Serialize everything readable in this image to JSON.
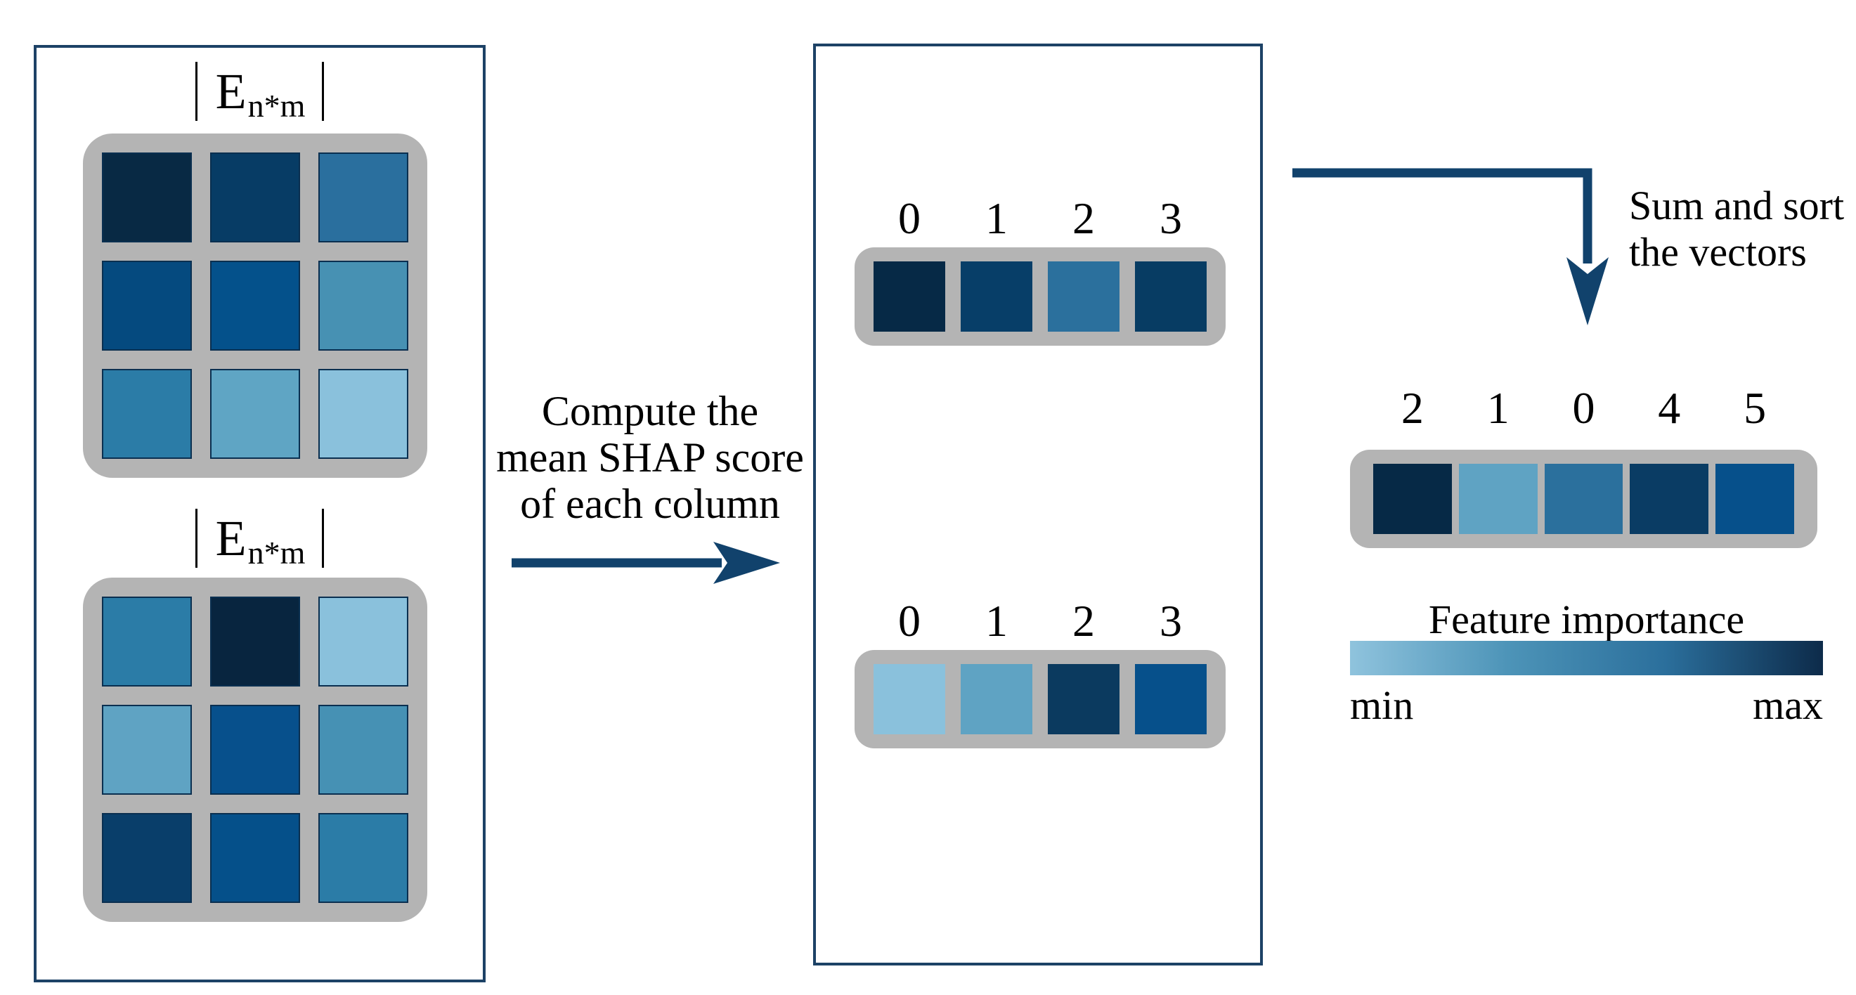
{
  "style": {
    "panel_border": "#1d4266",
    "arrow_color": "#11426c",
    "container_gray": "#b4b4b4",
    "matrix_cell_border": "#0a2f50"
  },
  "left_panel": {
    "matrices": [
      {
        "label": {
          "symbol": "E",
          "subscript": "n*m"
        },
        "cells": [
          [
            "#082944",
            "#073c65",
            "#2a6f9e"
          ],
          [
            "#054a7f",
            "#04518b",
            "#4791b3"
          ],
          [
            "#2b7ca7",
            "#5fa5c4",
            "#8ac1dc"
          ]
        ]
      },
      {
        "label": {
          "symbol": "E",
          "subscript": "n*m"
        },
        "cells": [
          [
            "#2b7ca7",
            "#08253f",
            "#8ac1dc"
          ],
          [
            "#5fa3c3",
            "#07508c",
            "#4691b4"
          ],
          [
            "#093e6a",
            "#05508a",
            "#2b7ca7"
          ]
        ]
      }
    ]
  },
  "process": {
    "caption_lines": [
      "Compute the",
      "mean SHAP score",
      "of each column"
    ]
  },
  "vectors_panel": {
    "vectors": [
      {
        "labels": [
          "0",
          "1",
          "2",
          "3"
        ],
        "cells": [
          "#062946",
          "#073e68",
          "#2b709d",
          "#073c63"
        ]
      },
      {
        "labels": [
          "0",
          "1",
          "2",
          "3"
        ],
        "cells": [
          "#8ac1dc",
          "#5fa3c3",
          "#0b3a5f",
          "#06508b"
        ]
      }
    ]
  },
  "sum_step": {
    "note_lines": [
      "Sum and sort",
      "the vectors"
    ]
  },
  "sorted_vector": {
    "labels": [
      "2",
      "1",
      "0",
      "4",
      "5"
    ],
    "cells": [
      "#062946",
      "#5fa3c3",
      "#2b709d",
      "#0a3c64",
      "#06508b"
    ]
  },
  "legend": {
    "title": "Feature importance",
    "min_label": "min",
    "max_label": "max",
    "gradient": [
      "#8fc3dd",
      "#4d94b8",
      "#2b6f9c",
      "#0d2b4a"
    ]
  }
}
